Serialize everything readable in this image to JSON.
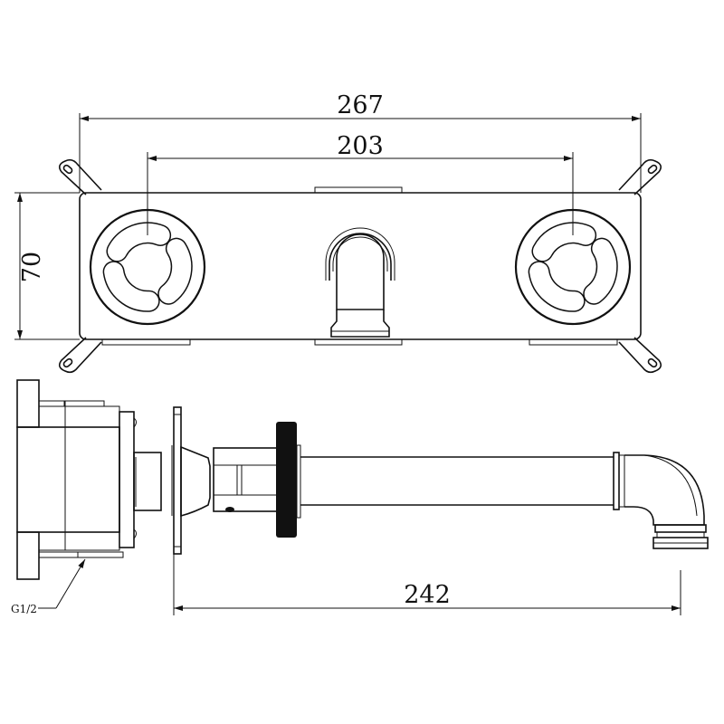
{
  "title": "Wall-mounted mixer technical drawing",
  "dimensions": {
    "overall_width": "267",
    "handle_spacing": "203",
    "plate_height": "70",
    "spout_projection": "242"
  },
  "annotations": {
    "thread": "G1/2"
  },
  "colors": {
    "line": "#111111",
    "background": "#ffffff"
  }
}
